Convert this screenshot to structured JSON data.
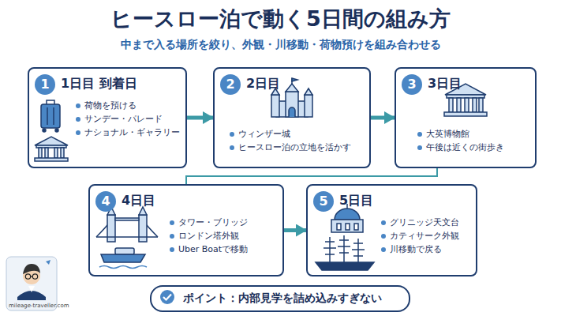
{
  "diagram": {
    "title": "ヒースロー泊で動く5日間の組み方",
    "caption": "中まで入る場所を絞り、外観・川移動・荷物預けを組み合わせる",
    "nodes": [
      {
        "text": [
          "1日目 到着日",
          "荷物を預ける",
          "サンデー・パレード",
          "ナショナル・ギャラリー"
        ]
      },
      {
        "text": [
          "1"
        ],
        "in": 0
      },
      {
        "text": [
          "2日目",
          "ウィンザー城",
          "ヒースロー泊の立地を活かす"
        ]
      },
      {
        "text": [
          "2"
        ],
        "in": 2
      },
      {
        "text": [
          "3日目",
          "大英博物館",
          "午後は近くの街歩き"
        ]
      },
      {
        "text": [
          "3"
        ],
        "in": 4
      },
      {
        "text": [
          "4日目",
          "タワー・ブリッジ",
          "ロンドン塔外観",
          "Uber Boatで移動"
        ]
      },
      {
        "text": [
          "4"
        ],
        "in": 6
      },
      {
        "text": [
          "5日目",
          "グリニッジ天文台",
          "カティサーク外観",
          "川移動で戻る"
        ]
      },
      {
        "text": [
          "5"
        ],
        "in": 8
      },
      {
        "text": [
          "ポイント：内部見学を詰め込みすぎない"
        ]
      }
    ],
    "edges": [
      {
        "from": 0,
        "to": 2,
        "arrow": "to"
      },
      {
        "from": 2,
        "to": 4,
        "arrow": "to"
      },
      {
        "from": 4,
        "to": 6,
        "arrow": "none"
      },
      {
        "from": 6,
        "to": 8,
        "arrow": "to"
      }
    ],
    "labels": [
      "mileage-traveller.com"
    ]
  }
}
